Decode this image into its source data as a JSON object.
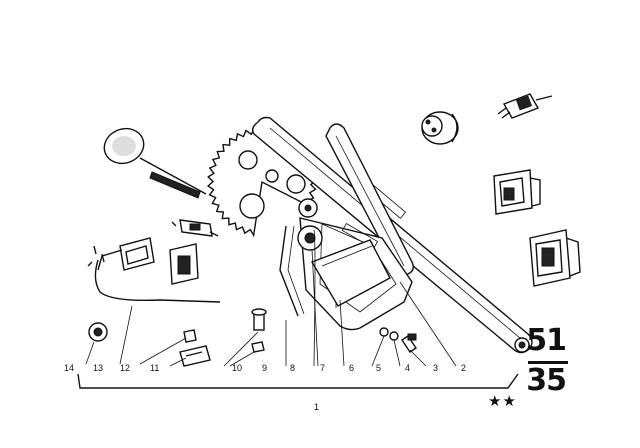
{
  "diagram": {
    "group_number_top": "51",
    "group_number_bottom": "35",
    "stars": "★★",
    "callouts": {
      "c1": "1",
      "c2": "2",
      "c3": "3",
      "c4": "4",
      "c5": "5",
      "c6": "6",
      "c7": "7",
      "c8": "8",
      "c9": "9",
      "c10": "10",
      "c11": "11",
      "c12": "12",
      "c13": "13",
      "c14": "14"
    }
  }
}
